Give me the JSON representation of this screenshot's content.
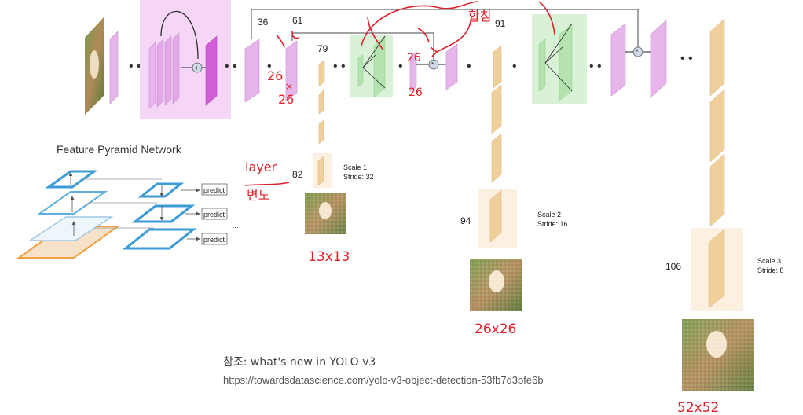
{
  "labels": {
    "n36": "36",
    "n61": "61",
    "n79": "79",
    "n91": "91",
    "n82": "82",
    "n94": "94",
    "n106": "106"
  },
  "scales": [
    {
      "scale": "Scale 1",
      "stride": "Stride: 32"
    },
    {
      "scale": "Scale 2",
      "stride": "Stride: 16"
    },
    {
      "scale": "Scale 3",
      "stride": "Stride: 8"
    }
  ],
  "fpn": {
    "title": "Feature Pyramid Network",
    "predict": [
      "predict",
      "predict",
      "predict"
    ],
    "ellipsis": "..."
  },
  "handwriting": {
    "n26a": "26",
    "x": "×",
    "n26b": "26",
    "n26c": "26",
    "n26d": "26",
    "merge": "합침",
    "layer": "layer",
    "change": "변노",
    "g13": "13x13",
    "g26": "26x26",
    "g52": "52x52"
  },
  "reference": {
    "title": "참조: what's new in YOLO v3",
    "url": "https://towardsdatascience.com/yolo-v3-object-detection-53fb7d3bfe6b"
  },
  "colors": {
    "layer_pink": "#e8b4ec",
    "layer_magenta": "#d35fd8",
    "yolo_tan": "#f0cf9a",
    "green_block": "#cdeecb",
    "fpn_blue": "#3a9bd6",
    "fpn_orange": "#f0a040",
    "annotation_red": "#e0202a"
  }
}
